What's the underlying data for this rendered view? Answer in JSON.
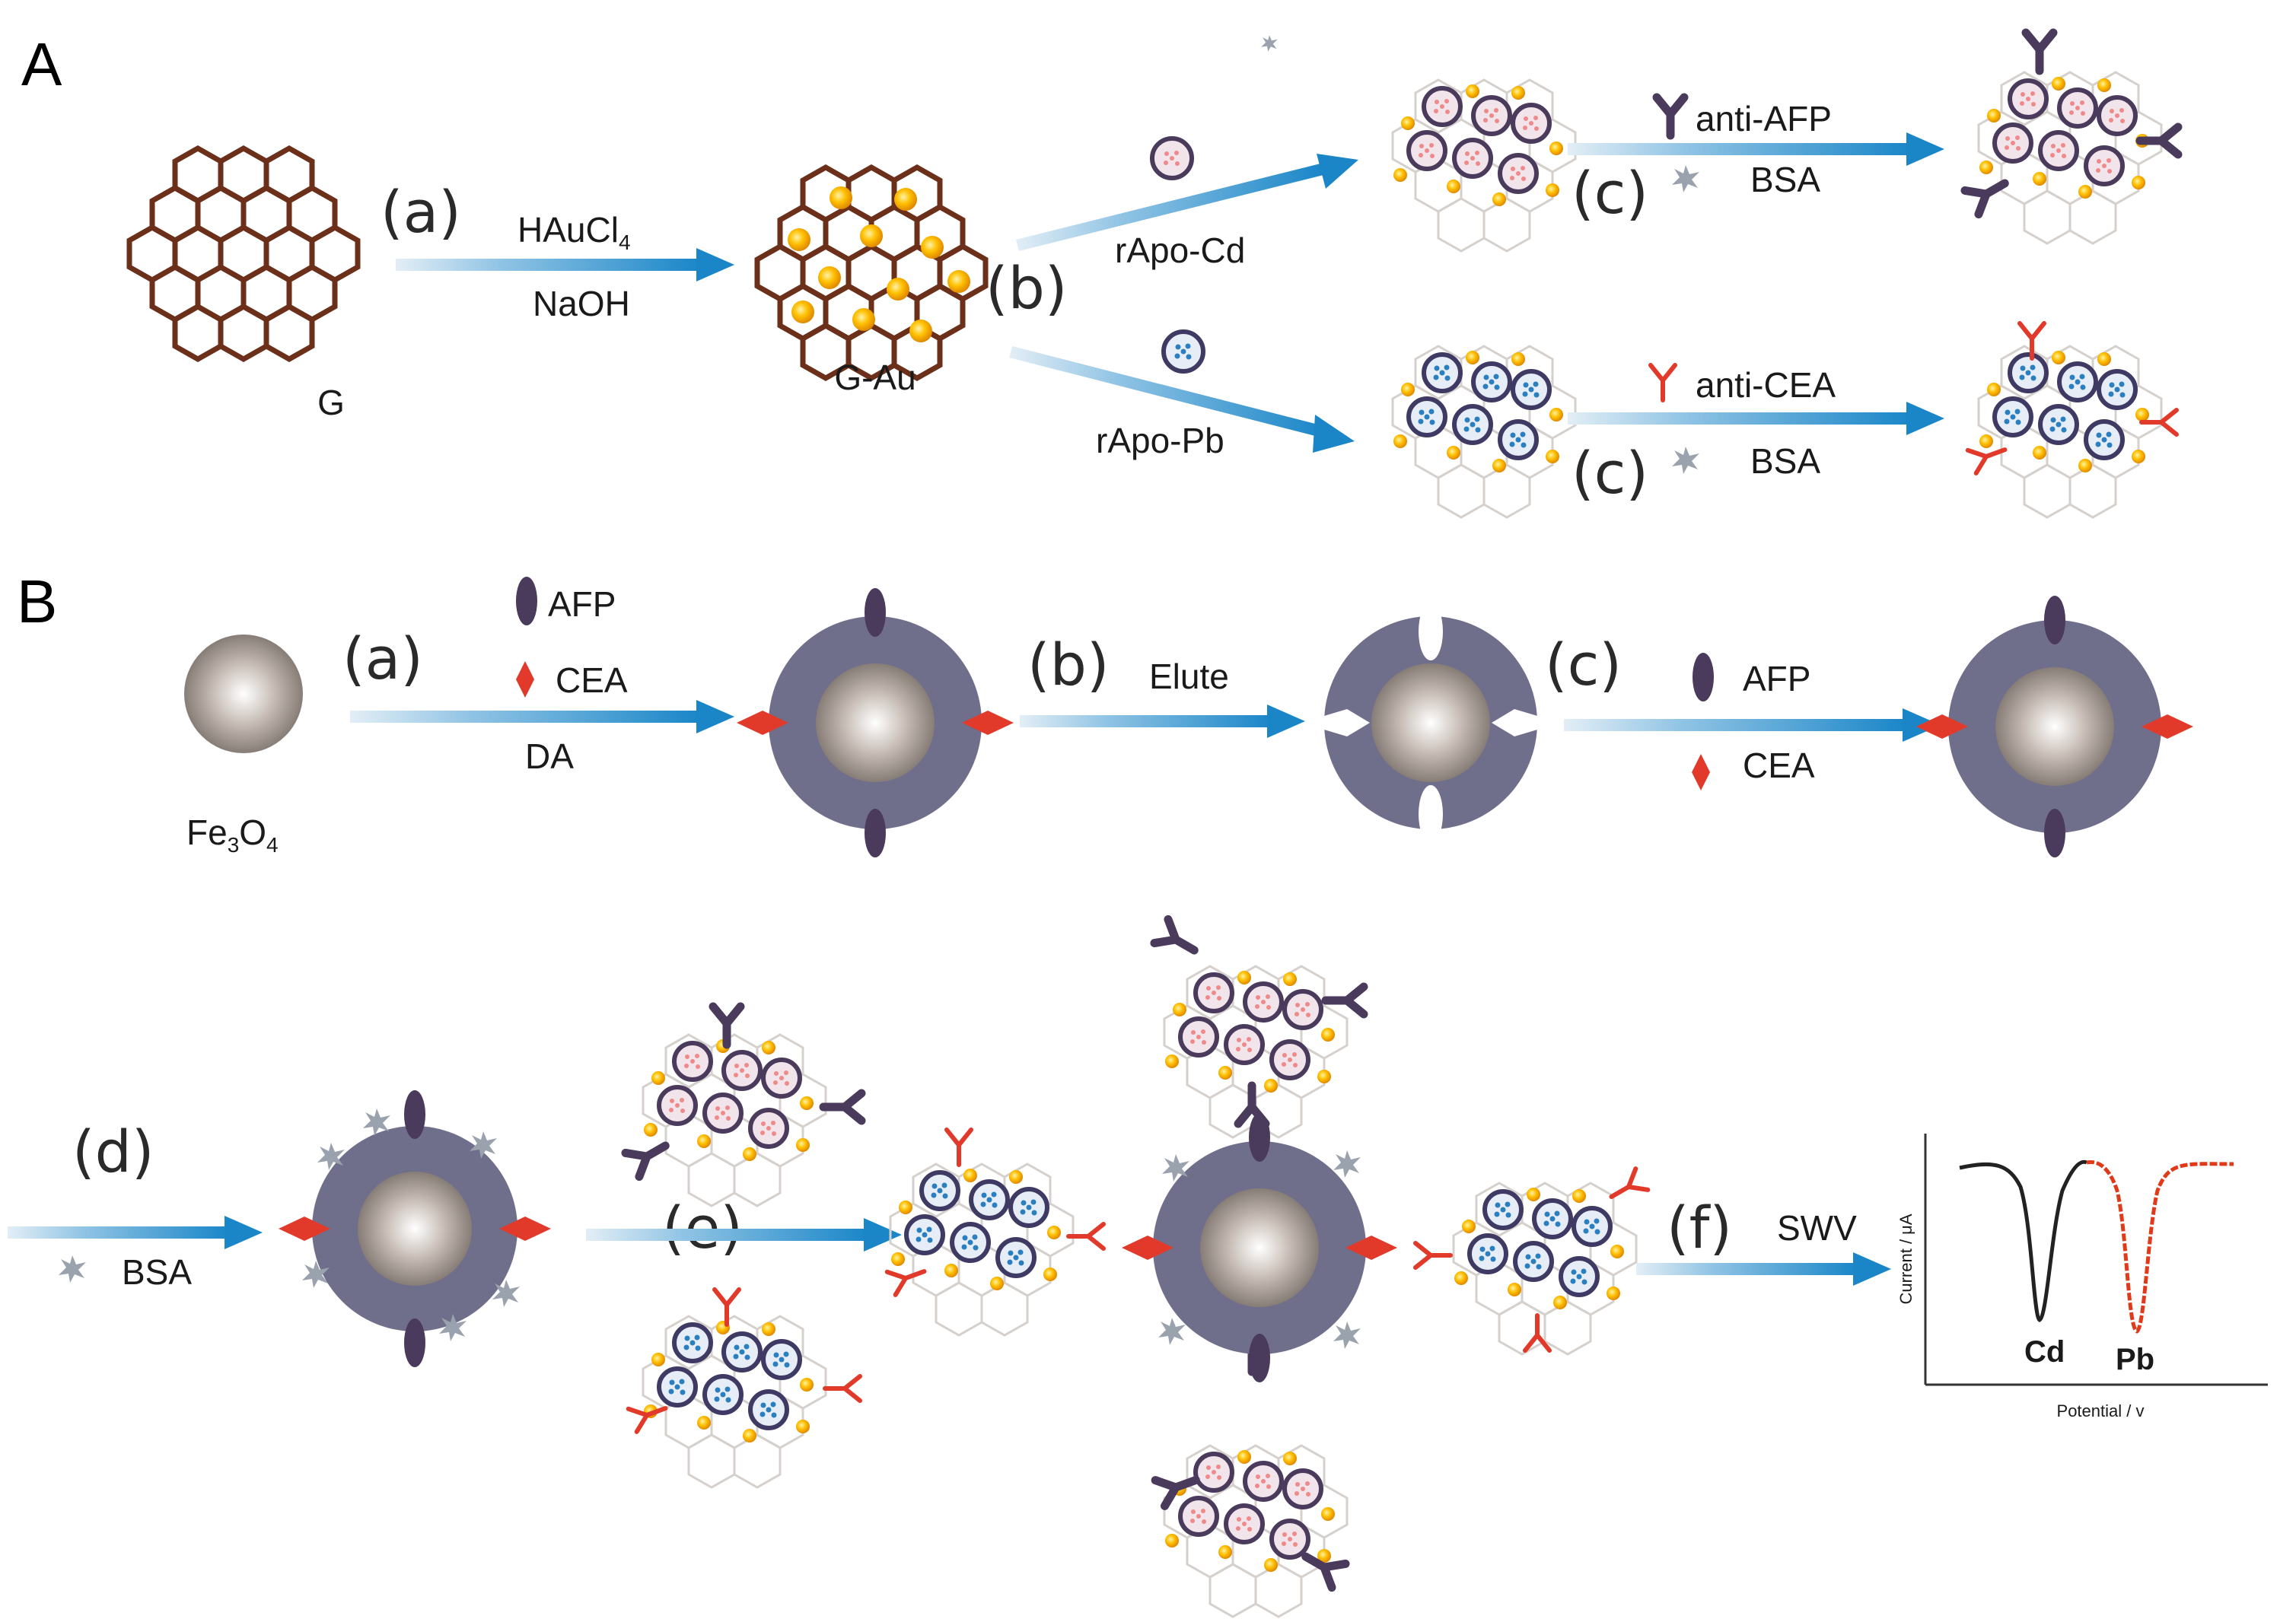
{
  "panels": {
    "A": "A",
    "B": "B"
  },
  "panelA": {
    "g_label": "G",
    "gau_label": "G-Au",
    "step_a": "(a)",
    "reagent_haucl": "HAuCl",
    "reagent_haucl_sub": "4",
    "reagent_naoh": "NaOH",
    "step_b": "(b)",
    "rapo_cd": "rApo-Cd",
    "rapo_pb": "rApo-Pb",
    "step_c_top": "(c)",
    "step_c_bottom": "(c)",
    "anti_afp": "anti-AFP",
    "anti_cea": "anti-CEA",
    "bsa_top": "BSA",
    "bsa_bottom": "BSA"
  },
  "panelB": {
    "fe_label_main": "Fe",
    "fe_sub1": "3",
    "fe_o": "O",
    "fe_sub2": "4",
    "step_a": "(a)",
    "afp_1": "AFP",
    "cea_1": "CEA",
    "da": "DA",
    "step_b": "(b)",
    "elute": "Elute",
    "step_c": "(c)",
    "afp_2": "AFP",
    "cea_2": "CEA",
    "step_d": "(d)",
    "bsa": "BSA",
    "step_e": "(e)",
    "step_f": "(f)",
    "swv": "SWV",
    "plot_ylabel": "Current / μA",
    "plot_xlabel": "Potential / v",
    "peak_cd": "Cd",
    "peak_pb": "Pb"
  },
  "colors": {
    "arrow_blue": "#1a86c8",
    "graphene_brown": "#6b2f1a",
    "gold": "#f5b800",
    "protein_purple": "#4a3a5c",
    "cea_red": "#e23a2a",
    "shell": "#6f6f8c",
    "cd_curve": "#222222",
    "pb_curve": "#e03a1a"
  },
  "icons": [
    "hexagon-lattice-icon",
    "gold-nanoparticle-icon",
    "apoferritin-icon",
    "antibody-icon",
    "bsa-icon",
    "magnetic-bead-icon"
  ]
}
